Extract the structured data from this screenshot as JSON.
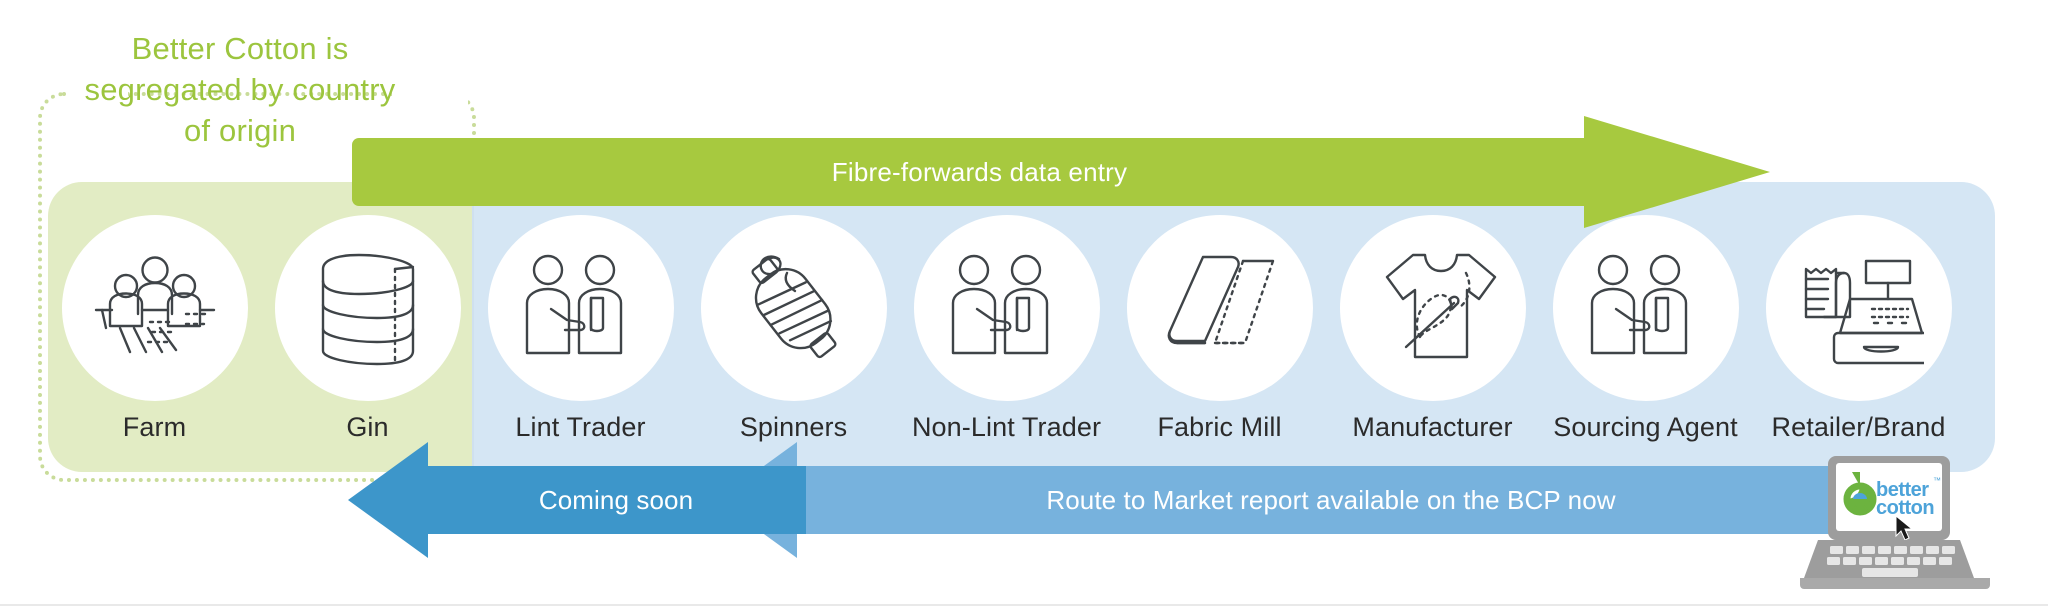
{
  "callout": {
    "text": "Better Cotton is\nsegregated by country\nof origin",
    "color": "#9cc53e"
  },
  "green_arrow": {
    "label": "Fibre-forwards data entry",
    "color": "#a7c93f",
    "text_color": "#ffffff"
  },
  "panels": {
    "green": {
      "color": "#e2ecc4"
    },
    "blue": {
      "color": "#d5e6f4"
    }
  },
  "stages": [
    {
      "label": "Farm",
      "icon": "farmers-field-icon",
      "panel": "green"
    },
    {
      "label": "Gin",
      "icon": "cotton-bales-icon",
      "panel": "green"
    },
    {
      "label": "Lint Trader",
      "icon": "handshake-icon",
      "panel": "blue"
    },
    {
      "label": "Spinners",
      "icon": "yarn-spool-icon",
      "panel": "blue"
    },
    {
      "label": "Non-Lint Trader",
      "icon": "handshake-icon",
      "panel": "blue"
    },
    {
      "label": "Fabric Mill",
      "icon": "folded-fabric-icon",
      "panel": "blue"
    },
    {
      "label": "Manufacturer",
      "icon": "tshirt-needle-icon",
      "panel": "blue"
    },
    {
      "label": "Sourcing Agent",
      "icon": "handshake-icon",
      "panel": "blue"
    },
    {
      "label": "Retailer/Brand",
      "icon": "cash-register-icon",
      "panel": "blue"
    }
  ],
  "bottom_arrows": {
    "dark": {
      "label": "Coming soon",
      "color": "#3d96ca",
      "text_color": "#ffffff",
      "direction": "left"
    },
    "light": {
      "label": "Route to Market report available on the BCP now",
      "color": "#77b2dd",
      "text_color": "#ffffff",
      "direction": "left"
    }
  },
  "laptop": {
    "icon": "laptop-icon",
    "cursor_icon": "mouse-cursor-icon",
    "logo": {
      "mark": "better-cotton-b-icon",
      "line1": "better",
      "line2": "cotton",
      "trademark": "™",
      "green": "#5aa83c",
      "blue": "#4da3d9"
    },
    "body_color": "#9d9d9d"
  }
}
